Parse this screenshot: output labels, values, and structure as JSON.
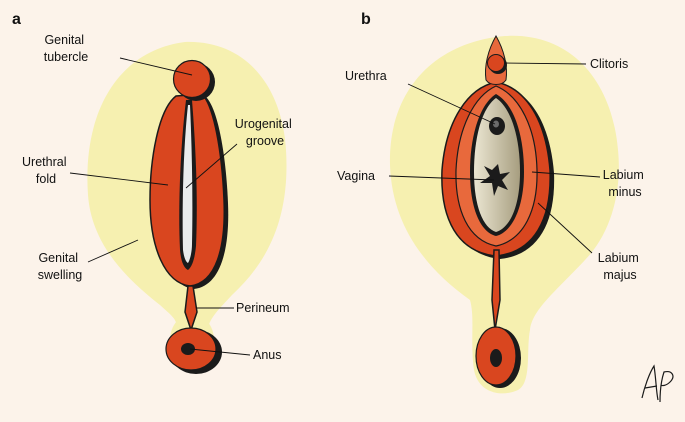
{
  "panels": {
    "a": {
      "letter": "a",
      "labels": {
        "genital_tubercle": [
          "Genital",
          "tubercle"
        ],
        "urogenital_groove": [
          "Urogenital",
          "groove"
        ],
        "urethral_fold": [
          "Urethral",
          "fold"
        ],
        "genital_swelling": [
          "Genital",
          "swelling"
        ],
        "perineum": [
          "Perineum"
        ],
        "anus": [
          "Anus"
        ]
      }
    },
    "b": {
      "letter": "b",
      "labels": {
        "clitoris": [
          "Clitoris"
        ],
        "urethra": [
          "Urethra"
        ],
        "vagina": [
          "Vagina"
        ],
        "labium_minus": [
          "Labium",
          "minus"
        ],
        "labium_majus": [
          "Labium",
          "majus"
        ]
      }
    }
  },
  "signature": "AP",
  "colors": {
    "background": "#fcf3ea",
    "swelling_fill": "#f6f0b0",
    "fold_fill": "#d9461f",
    "fold_highlight": "#e8693c",
    "groove_fill": "#e9ecec",
    "vestibule_fill": "#cfc7a8",
    "outline": "#1b1b1b"
  }
}
